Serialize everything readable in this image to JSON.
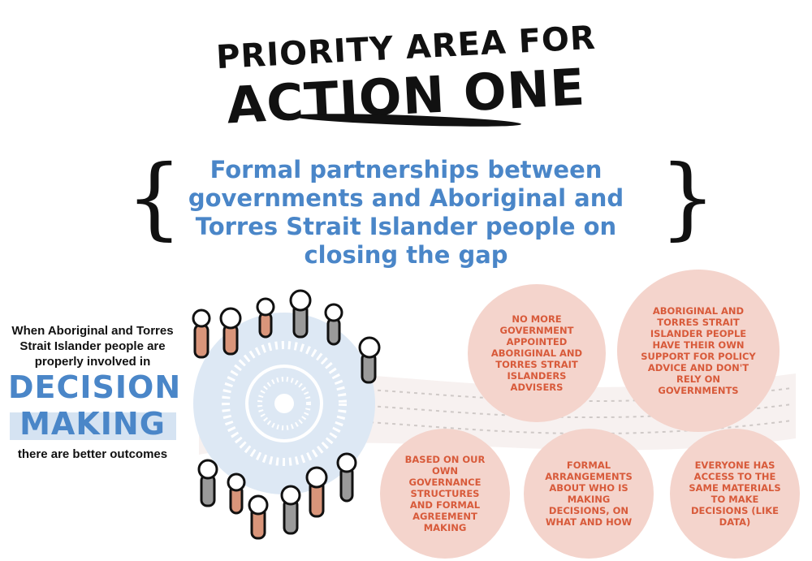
{
  "title": {
    "line1": "PRIORITY AREA FOR",
    "line2": "ACTION ONE"
  },
  "subtitle": "Formal partnerships between governments and Aboriginal and Torres Strait Islander people on closing the gap",
  "left_panel": {
    "intro": "When Aboriginal and Torres Strait Islander people are properly involved in",
    "highlight_line1": "DECISION",
    "highlight_line2": "MAKING",
    "outro": "there are better outcomes"
  },
  "points": [
    "NO MORE GOVERNMENT APPOINTED ABORIGINAL AND TORRES STRAIT ISLANDERS ADVISERS",
    "ABORIGINAL AND TORRES STRAIT ISLANDER PEOPLE HAVE THEIR OWN SUPPORT FOR POLICY ADVICE AND DON'T RELY ON GOVERNMENTS",
    "BASED ON OUR OWN GOVERNANCE STRUCTURES AND FORMAL AGREEMENT MAKING",
    "FORMAL ARRANGEMENTS ABOUT WHO IS MAKING DECISIONS, ON WHAT AND HOW",
    "EVERYONE HAS ACCESS TO THE SAME MATERIALS TO MAKE DECISIONS (LIKE DATA)"
  ],
  "colors": {
    "blue": "#4a86c8",
    "light_blue": "#d5e3f2",
    "pink": "#f4d4cc",
    "red_text": "#d85a3a",
    "skin": "#d9957a",
    "grey": "#9a9a9a"
  }
}
